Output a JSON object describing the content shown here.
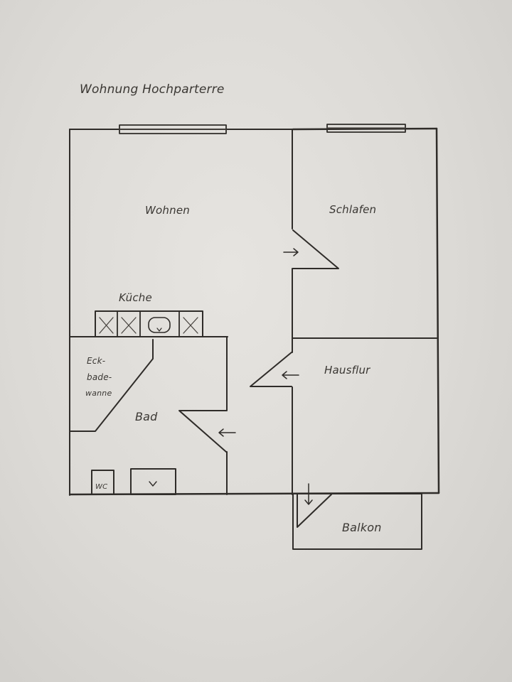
{
  "title": "Wohnung Hochparterre",
  "rooms": {
    "wohnen": "Wohnen",
    "schlafen": "Schlafen",
    "kueche": "Küche",
    "bad": "Bad",
    "hausflur": "Hausflur",
    "balkon": "Balkon"
  },
  "fixtures": {
    "eckbadewanne": [
      "Eck-",
      "bade-",
      "wanne"
    ],
    "wc": "WC"
  },
  "colors": {
    "paper": "#dcdad6",
    "ink": "#2f2c29"
  }
}
